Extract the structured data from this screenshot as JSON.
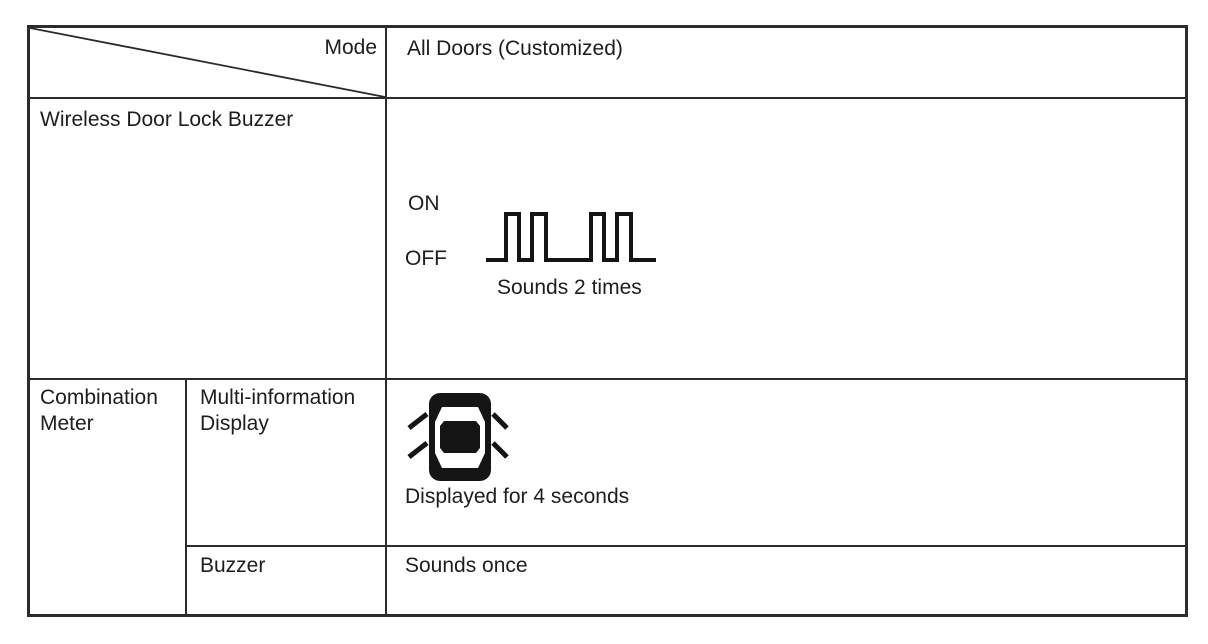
{
  "table": {
    "header": {
      "corner_label": "Mode",
      "mode_value": "All Doors (Customized)"
    },
    "wireless_row": {
      "label": "Wireless Door Lock Buzzer",
      "on_label": "ON",
      "off_label": "OFF",
      "waveform_caption": "Sounds 2 times",
      "waveform_pulses": 4,
      "waveform_groups": 2
    },
    "combination_meter_row": {
      "label": "Combination Meter",
      "sub_rows": [
        {
          "label": "Multi-information Display",
          "value_caption": "Displayed for 4 seconds",
          "icon": "car-top-view-flashing-icon"
        },
        {
          "label": "Buzzer",
          "value": "Sounds once"
        }
      ]
    },
    "colors": {
      "line": "#2b2b2b",
      "text": "#1d1d1d",
      "background": "#ffffff",
      "icon_fill": "#151515"
    }
  }
}
